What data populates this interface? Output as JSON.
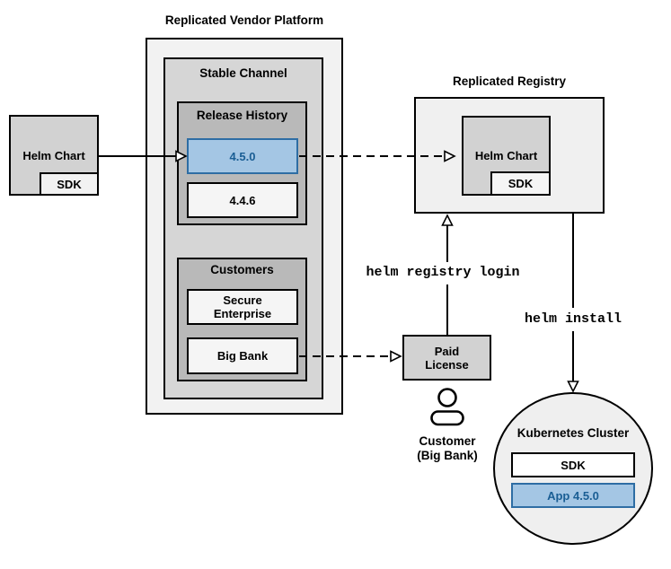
{
  "diagram": {
    "vendor_platform": {
      "title": "Replicated Vendor Platform",
      "stable_channel": {
        "title": "Stable Channel",
        "release_history": {
          "title": "Release History",
          "releases": [
            {
              "version": "4.5.0",
              "highlighted": true
            },
            {
              "version": "4.4.6",
              "highlighted": false
            }
          ]
        },
        "customers": {
          "title": "Customers",
          "items": [
            {
              "name": "Secure Enterprise"
            },
            {
              "name": "Big Bank"
            }
          ]
        }
      }
    },
    "helm_chart_source": {
      "label": "Helm Chart",
      "sdk_label": "SDK"
    },
    "registry": {
      "title": "Replicated Registry",
      "helm_chart_label": "Helm Chart",
      "sdk_label": "SDK"
    },
    "paid_license": {
      "label": "Paid License"
    },
    "customer_actor": {
      "line1": "Customer",
      "line2": "(Big Bank)"
    },
    "commands": {
      "registry_login": "helm registry login",
      "install": "helm install"
    },
    "cluster": {
      "title": "Kubernetes Cluster",
      "sdk_label": "SDK",
      "app_label": "App 4.5.0"
    },
    "colors": {
      "highlight_fill": "#A4C6E4",
      "highlight_border": "#2E6DA4",
      "highlight_text": "#1A5E94",
      "container_light": "#F2F2F2",
      "container_medium": "#D6D6D6",
      "container_dark": "#B9B9B9",
      "node_gray": "#D2D2D2",
      "node_light": "#F5F5F5",
      "line": "#000000"
    }
  }
}
